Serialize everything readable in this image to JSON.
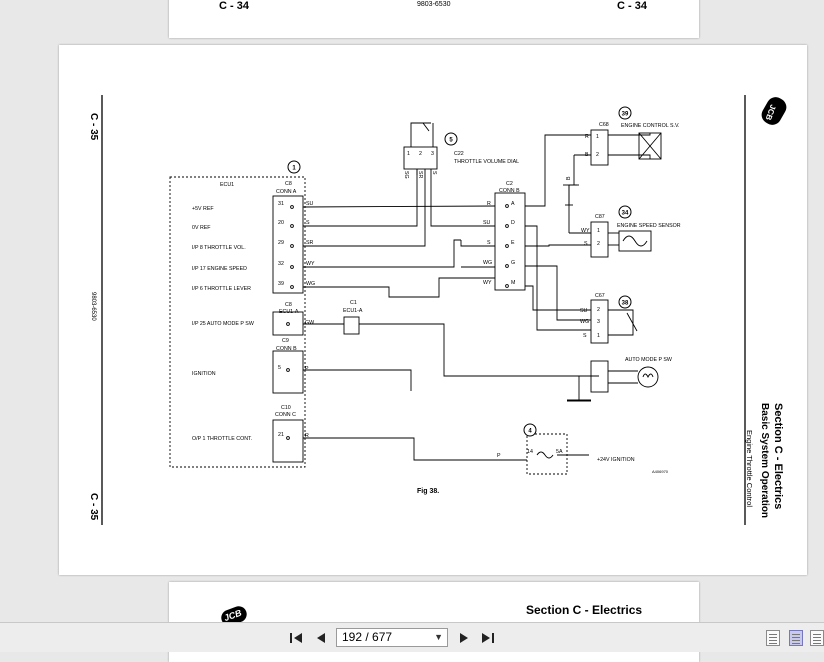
{
  "viewer": {
    "page_indicator": "192 / 677"
  },
  "previous_page": {
    "page_left": "C - 34",
    "doc_number": "9803-6530",
    "page_right": "C - 34"
  },
  "main_page": {
    "page_top": "C - 35",
    "page_bottom": "C - 35",
    "doc_number": "9803-6530",
    "section_title": "Section C - Electrics",
    "subsection": "Basic System Operation",
    "topic": "Engine Throttle Control",
    "logo_text": "JCB",
    "figure_caption": "Fig 38.",
    "figure_id": "A406970"
  },
  "next_page": {
    "section_title": "Section C - Electrics",
    "logo_text": "JCB"
  },
  "diagram": {
    "ecu_title": "ECU1",
    "ecu_signals": [
      "+5V REF",
      "0V REF",
      "I/P 8 THROTTLE VOL.",
      "I/P 17 ENGINE SPEED",
      "I/P 6 THROTTLE LEVER",
      "I/P 25 AUTO MODE P SW",
      "IGNITION",
      "O/P 1 THROTTLE CONT."
    ],
    "c8_label": "C8",
    "c8_conn": "CONN A",
    "c8_pins": [
      "31",
      "20",
      "29",
      "32",
      "39"
    ],
    "c8_wires": [
      "SU",
      "S",
      "SR",
      "WY",
      "WG"
    ],
    "c8b_label": "C8",
    "c8b_conn": "ECU1-A",
    "c8b_wire": "GW",
    "c1_label": "C1",
    "c1_conn": "ECU1-A",
    "c9_label": "C9",
    "c9_conn": "CONN B",
    "c9_pin": "5",
    "c9_wire": "P",
    "c10_label": "C10",
    "c10_conn": "CONN C",
    "c10_pin": "21",
    "c10_wire": "R",
    "c22_label": "C22",
    "c22_desc": "THROTTLE VOLUME DIAL",
    "c22_pins": [
      "1",
      "2",
      "3"
    ],
    "c22_wires": [
      "SG",
      "SR",
      "S"
    ],
    "c2_label": "C2",
    "c2_conn": "CONN B",
    "c2_wires": [
      "R",
      "SU",
      "S",
      "WG",
      "WY"
    ],
    "c2_pins": [
      "A",
      "D",
      "E",
      "G",
      "M"
    ],
    "c68_label": "C68",
    "c68_desc": "ENGINE CONTROL S.V.",
    "c68_wires": [
      "R",
      "B"
    ],
    "c68_pins": [
      "1",
      "2"
    ],
    "c87_label": "C87",
    "c87_desc": "ENGINE SPEED SENSOR",
    "c87_wires": [
      "WY",
      "S"
    ],
    "c87_pins": [
      "1",
      "2"
    ],
    "c67_label": "C67",
    "c67_wires": [
      "SU",
      "WG",
      "S"
    ],
    "c67_pins": [
      "2",
      "3",
      "1"
    ],
    "auto_mode_label": "AUTO MODE P SW",
    "fuse_pins": [
      "14",
      "5A"
    ],
    "fuse_wire": "P",
    "ignition_label": "+24V IGNITION",
    "ground_wire": "B",
    "callouts": [
      "1",
      "5",
      "39",
      "34",
      "38",
      "4"
    ]
  },
  "colors": {
    "page_bg": "#ffffff",
    "viewer_bg": "#e8e8e8",
    "line": "#000000",
    "active_view": "#c9c9ee"
  }
}
